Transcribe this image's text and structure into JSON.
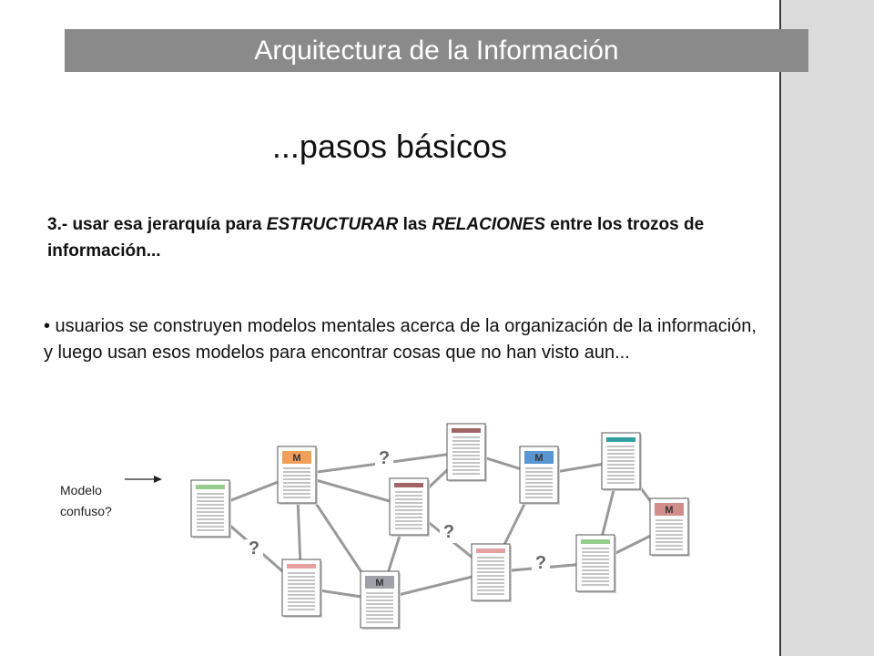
{
  "title": "Arquitectura de la Información",
  "subtitle": "...pasos básicos",
  "point3": {
    "part1": "3.- usar esa jerarquía para ",
    "em1": "ESTRUCTURAR",
    "part2": " las ",
    "em2": "RELACIONES",
    "part3": " entre los trozos de información..."
  },
  "bullet": "• usuarios se construyen modelos mentales acerca de la organización de la información, y luego usan esos modelos para encontrar cosas que no han visto aun...",
  "diagram": {
    "label_line1": "Modelo",
    "label_line2": "confuso?",
    "question_mark": "?",
    "m_letter": "M",
    "colors": {
      "orange": "#f0a05a",
      "blue": "#5a96d2",
      "green": "#96cd8c",
      "maroon": "#a06464",
      "teal": "#32a0a0",
      "pink": "#e6a0a0",
      "gray": "#a0a0a8",
      "rose": "#d28c8c",
      "line": "#999999"
    }
  }
}
